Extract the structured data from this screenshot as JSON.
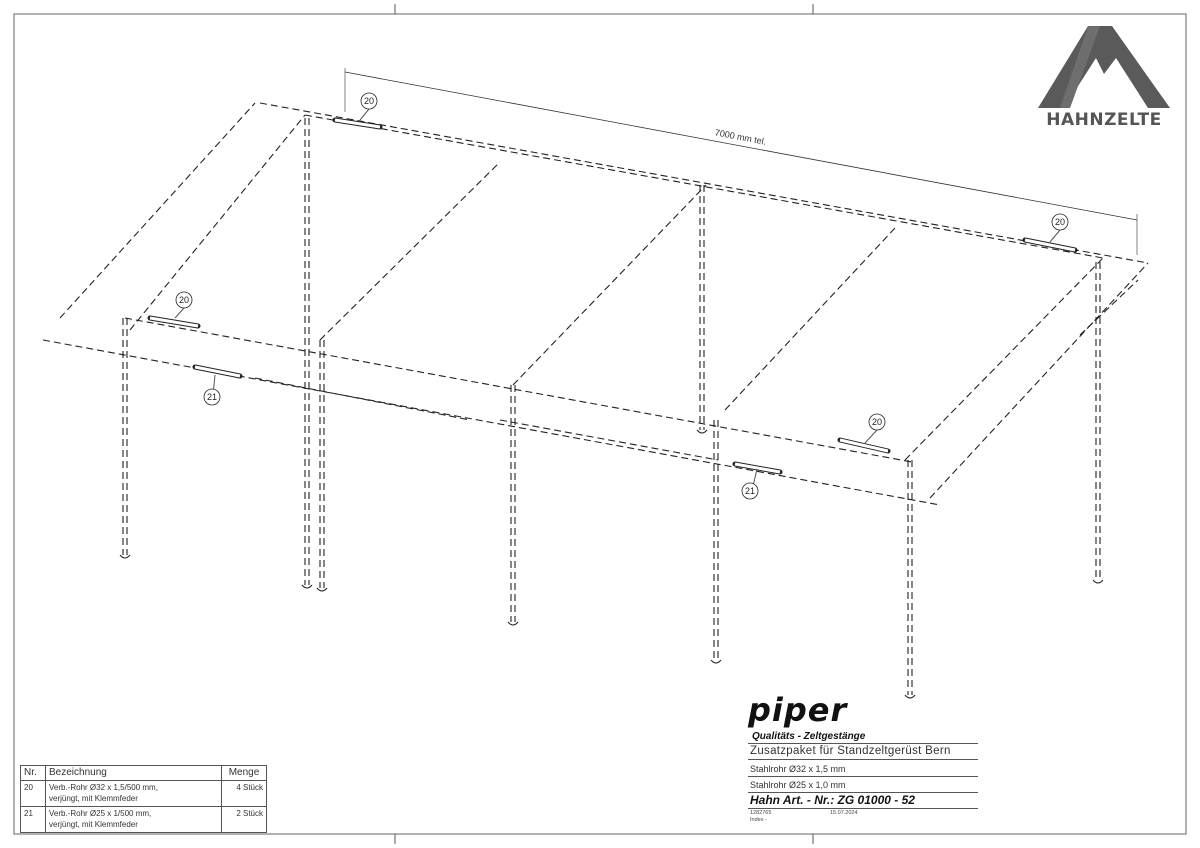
{
  "logo": {
    "icon": "tent-icon",
    "wordmark": "HAHNZELTE",
    "color": "#5a5a5a"
  },
  "drawing": {
    "dimension_label": "7000 mm tel.",
    "balloons": [
      "20",
      "20",
      "20",
      "20",
      "21",
      "21"
    ]
  },
  "title_block": {
    "brand": "piper",
    "tagline": "Qualitäts - Zeltgestänge",
    "subtitle": "Zusatzpaket für Standzeltgerüst Bern",
    "spec_1": "Stahlrohr Ø32 x 1,5 mm",
    "spec_2": "Stahlrohr Ø25 x 1,0 mm",
    "article_no": "Hahn Art. - Nr.: ZG 01000 - 52",
    "code": "1282765",
    "index_label": "Index -",
    "date": "15.07.2024"
  },
  "parts_list": {
    "headers": [
      "Nr.",
      "Bezeichnung",
      "Menge"
    ],
    "rows": [
      {
        "nr": "20",
        "line1": "Verb.-Rohr Ø32 x 1,5/500 mm,",
        "line2": "verjüngt, mit Klemmfeder",
        "menge": "4 Stück"
      },
      {
        "nr": "21",
        "line1": "Verb.-Rohr Ø25 x 1/500 mm,",
        "line2": "verjüngt, mit Klemmfeder",
        "menge": "2 Stück"
      }
    ]
  }
}
